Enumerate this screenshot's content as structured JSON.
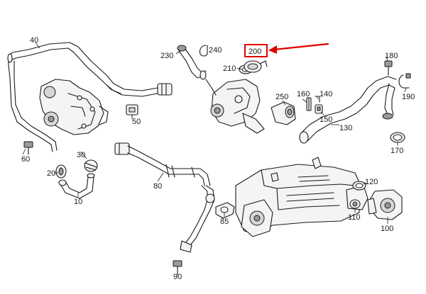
{
  "diagram": {
    "callouts": {
      "c10": "10",
      "c20": "20",
      "c30": "30",
      "c40": "40",
      "c50": "50",
      "c60": "60",
      "c80": "80",
      "c85": "85",
      "c90": "90",
      "c100": "100",
      "c110": "110",
      "c120": "120",
      "c130": "130",
      "c140": "140",
      "c150": "150",
      "c160": "160",
      "c170": "170",
      "c180": "180",
      "c190": "190",
      "c200": "200",
      "c210": "210",
      "c230": "230",
      "c240": "240",
      "c250": "250"
    },
    "highlight": {
      "target": "200",
      "color": "#e00000"
    }
  }
}
